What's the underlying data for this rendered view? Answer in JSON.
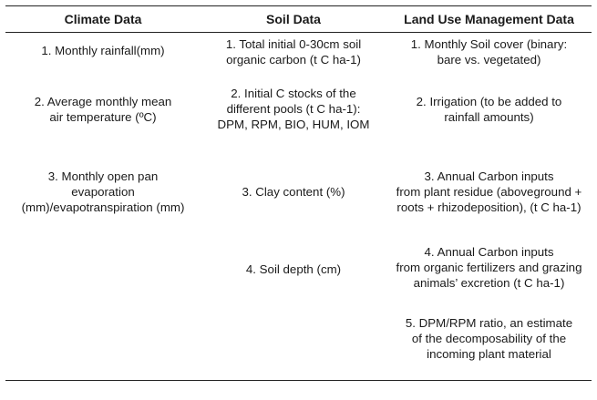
{
  "headers": {
    "climate": "Climate Data",
    "soil": "Soil Data",
    "land_use": "Land Use Management Data"
  },
  "rows": [
    {
      "climate": "1.        Monthly rainfall(mm)",
      "soil": "1.        Total initial 0-30cm soil\norganic carbon (t C ha-1)",
      "land_use": "1.        Monthly Soil cover (binary:\nbare vs. vegetated)"
    },
    {
      "climate": "2.        Average monthly mean\nair temperature (ºC)",
      "soil": "2.        Initial C stocks of the\ndifferent pools (t C ha-1):\nDPM, RPM, BIO, HUM, IOM",
      "land_use": "2.        Irrigation (to be added to\nrainfall amounts)"
    },
    {
      "climate": "3.        Monthly open pan\nevaporation\n(mm)/evapotranspiration (mm)",
      "soil": "3.        Clay content (%)",
      "land_use": "3.        Annual Carbon inputs\nfrom plant residue (aboveground +\nroots + rhizodeposition), (t C ha-1)"
    },
    {
      "climate": "",
      "soil": "4. Soil depth (cm)",
      "land_use": "4.        Annual Carbon inputs\nfrom organic fertilizers and grazing\nanimals’ excretion (t C ha-1)"
    },
    {
      "climate": "",
      "soil": "",
      "land_use": "5.        DPM/RPM ratio, an estimate\nof the decomposability of the\nincoming plant material"
    }
  ]
}
